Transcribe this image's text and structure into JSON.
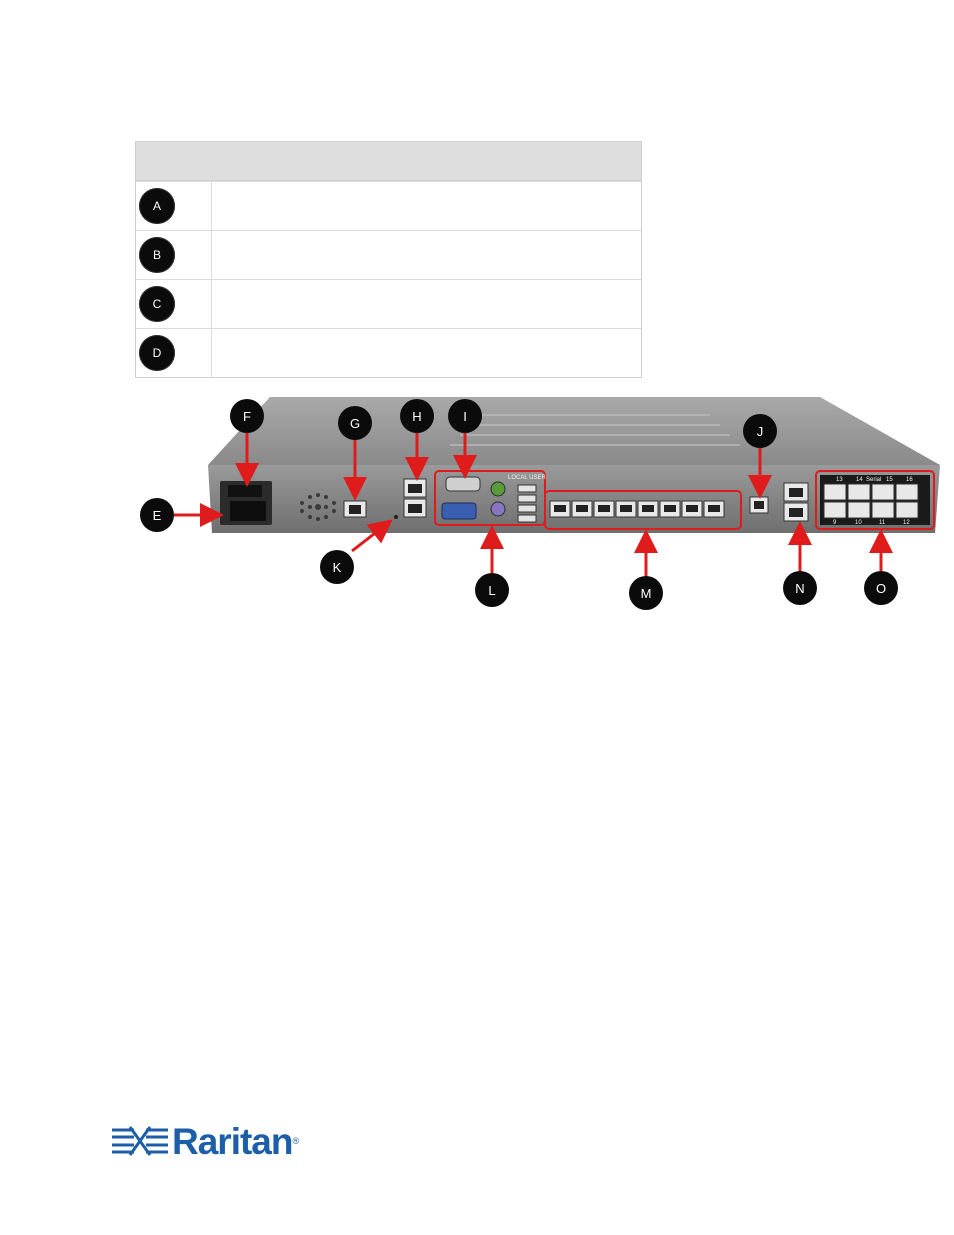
{
  "legend": {
    "rows": [
      {
        "key": "A"
      },
      {
        "key": "B"
      },
      {
        "key": "C"
      },
      {
        "key": "D"
      }
    ]
  },
  "figure": {
    "callouts": [
      "E",
      "F",
      "G",
      "H",
      "I",
      "J",
      "K",
      "L",
      "M",
      "N",
      "O"
    ],
    "panel_labels": {
      "local_user": "LOCAL USER",
      "serial": "Serial",
      "serial_top_ports": [
        "13",
        "14",
        "15",
        "16"
      ],
      "serial_bottom_ports": [
        "9",
        "10",
        "11",
        "12"
      ]
    },
    "colors": {
      "callout_fill": "#0b0b0b",
      "arrow": "#e01b1b",
      "chassis": "#8e8e8e"
    }
  },
  "footer": {
    "logo_word": "Raritan",
    "logo_mark": "®"
  }
}
